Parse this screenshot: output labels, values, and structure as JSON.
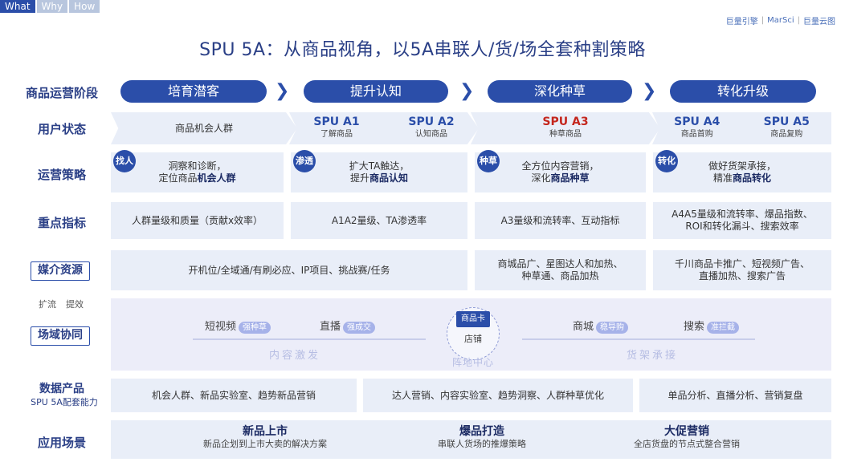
{
  "tabs": [
    "What",
    "Why",
    "How"
  ],
  "brands": [
    "巨量引擎",
    "MarSci",
    "巨量云图"
  ],
  "title": "SPU 5A：从商品视角，以5A串联人/货/场全套种割策略",
  "rows": {
    "stage": "商品运营阶段",
    "user": "用户状态",
    "strategy": "运营策略",
    "metrics": "重点指标",
    "media": "媒介资源",
    "expand": "扩流",
    "boost": "提效",
    "field": "场域协同",
    "data": "数据产品",
    "data_sub": "SPU 5A配套能力",
    "scene": "应用场景"
  },
  "stages": [
    "培育潜客",
    "提升认知",
    "深化种草",
    "转化升级"
  ],
  "user_state": {
    "c1": "商品机会人群",
    "a1": "SPU A1",
    "a1s": "了解商品",
    "a2": "SPU A2",
    "a2s": "认知商品",
    "a3": "SPU A3",
    "a3s": "种草商品",
    "a4": "SPU A4",
    "a4s": "商品首购",
    "a5": "SPU A5",
    "a5s": "商品复购"
  },
  "strategy": [
    {
      "badge": "找人",
      "l1": "洞察和诊断，",
      "l2a": "定位商品",
      "l2b": "机会人群"
    },
    {
      "badge": "渗透",
      "l1": "扩大TA触达，",
      "l2a": "提升",
      "l2b": "商品认知"
    },
    {
      "badge": "种草",
      "l1": "全方位内容营销，",
      "l2a": "深化",
      "l2b": "商品种草"
    },
    {
      "badge": "转化",
      "l1": "做好货架承接，",
      "l2a": "精准",
      "l2b": "商品转化"
    }
  ],
  "metrics": [
    "人群量级和质量（贡献x效率）",
    "A1A2量级、TA渗透率",
    "A3量级和流转率、互动指标",
    "A4A5量级和流转率、爆品指数、",
    "ROI和转化漏斗、搜索效率"
  ],
  "media": [
    "开机位/全域通/有刷必应、IP项目、挑战赛/任务",
    "商城品广、星图达人和加热、",
    "种草通、商品加热",
    "千川商品卡推广、短视频广告、",
    "直播加热、搜索广告"
  ],
  "field": {
    "short_video": "短视频",
    "short_tag": "强种草",
    "live": "直播",
    "live_tag": "强成交",
    "mall": "商城",
    "mall_tag": "稳导购",
    "search": "搜索",
    "search_tag": "准拦截",
    "content": "内容激发",
    "shelf": "货架承接",
    "card": "商品卡",
    "store": "店铺",
    "hub": "阵地中心"
  },
  "data_products": [
    "机会人群、新品实验室、趋势新品营销",
    "达人营销、内容实验室、趋势洞察、人群种草优化",
    "单品分析、直播分析、营销复盘"
  ],
  "scenes": [
    {
      "h": "新品上市",
      "s": "新品企划到上市大卖的解决方案"
    },
    {
      "h": "爆品打造",
      "s": "串联人货场的推爆策略"
    },
    {
      "h": "大促营销",
      "s": "全店货盘的节点式整合营销"
    }
  ]
}
